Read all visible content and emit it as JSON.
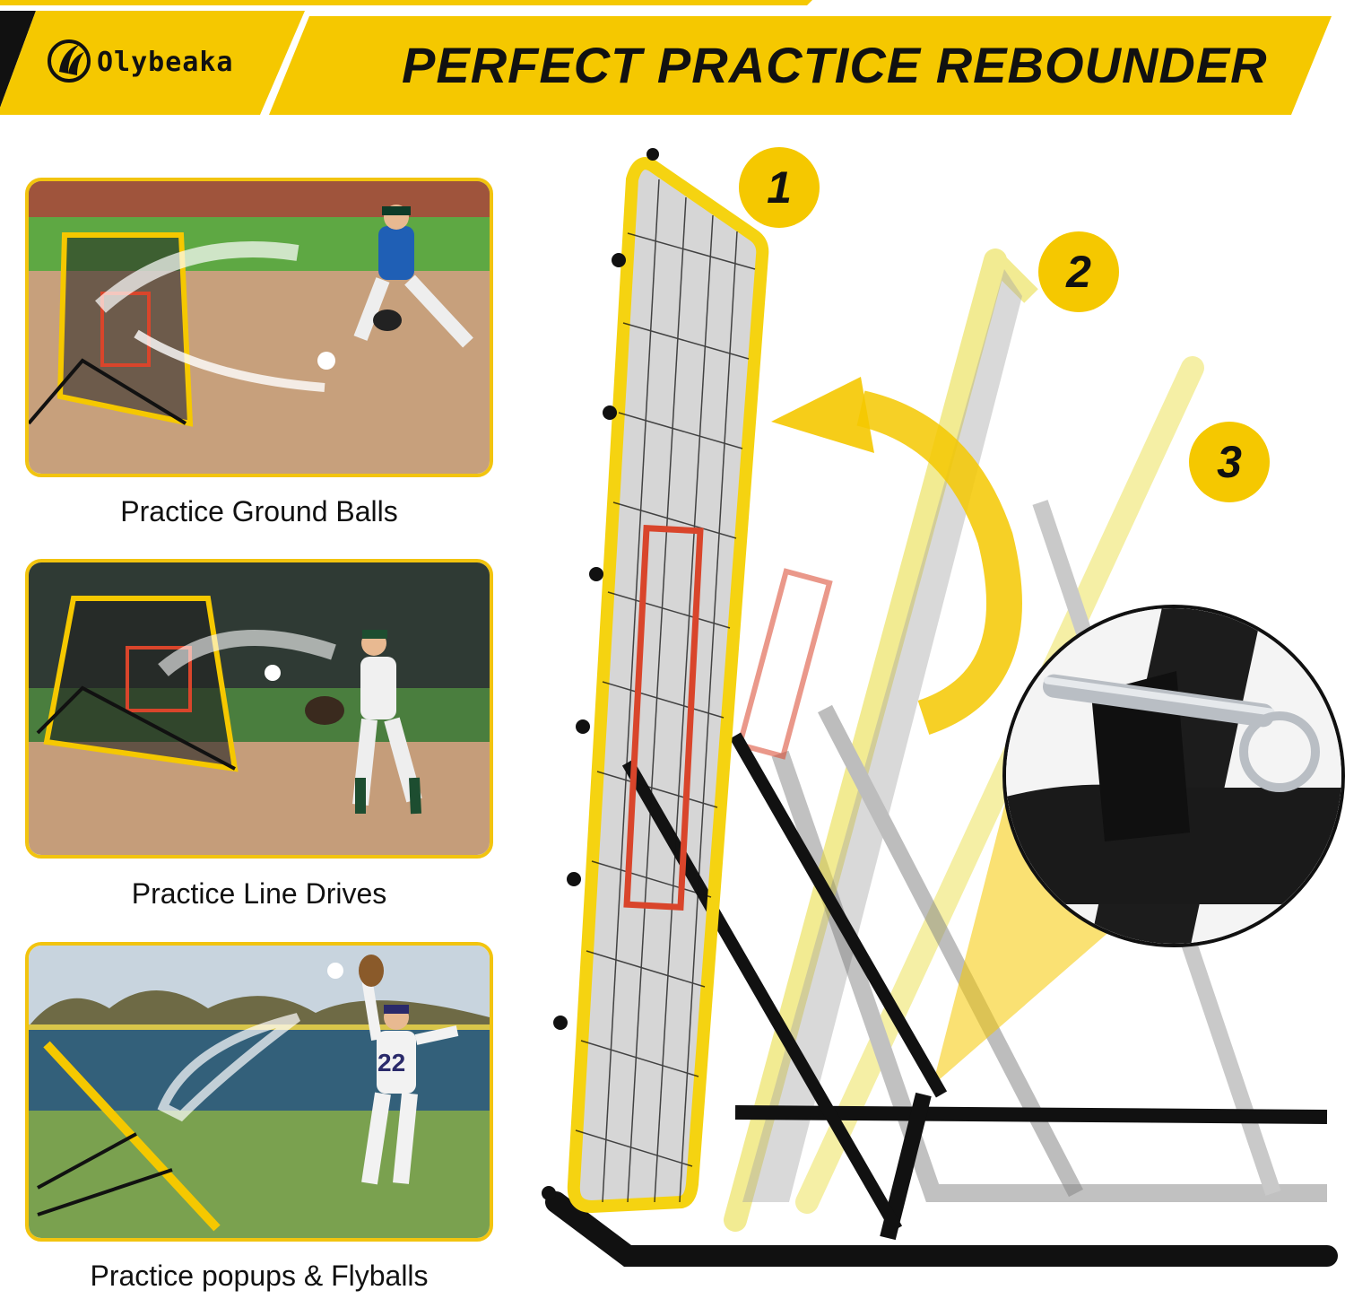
{
  "brand": {
    "name": "Olybeaka"
  },
  "banner": {
    "headline": "PERFECT PRACTICE REBOUNDER"
  },
  "panels": [
    {
      "caption": "Practice Ground Balls"
    },
    {
      "caption": "Practice Line Drives"
    },
    {
      "caption": "Practice popups & Flyballs",
      "jersey_number": "22"
    }
  ],
  "angles": [
    {
      "label": "1"
    },
    {
      "label": "2"
    },
    {
      "label": "3"
    }
  ],
  "colors": {
    "accent": "#f5c800",
    "frame": "#111111",
    "target": "#d9452b"
  }
}
